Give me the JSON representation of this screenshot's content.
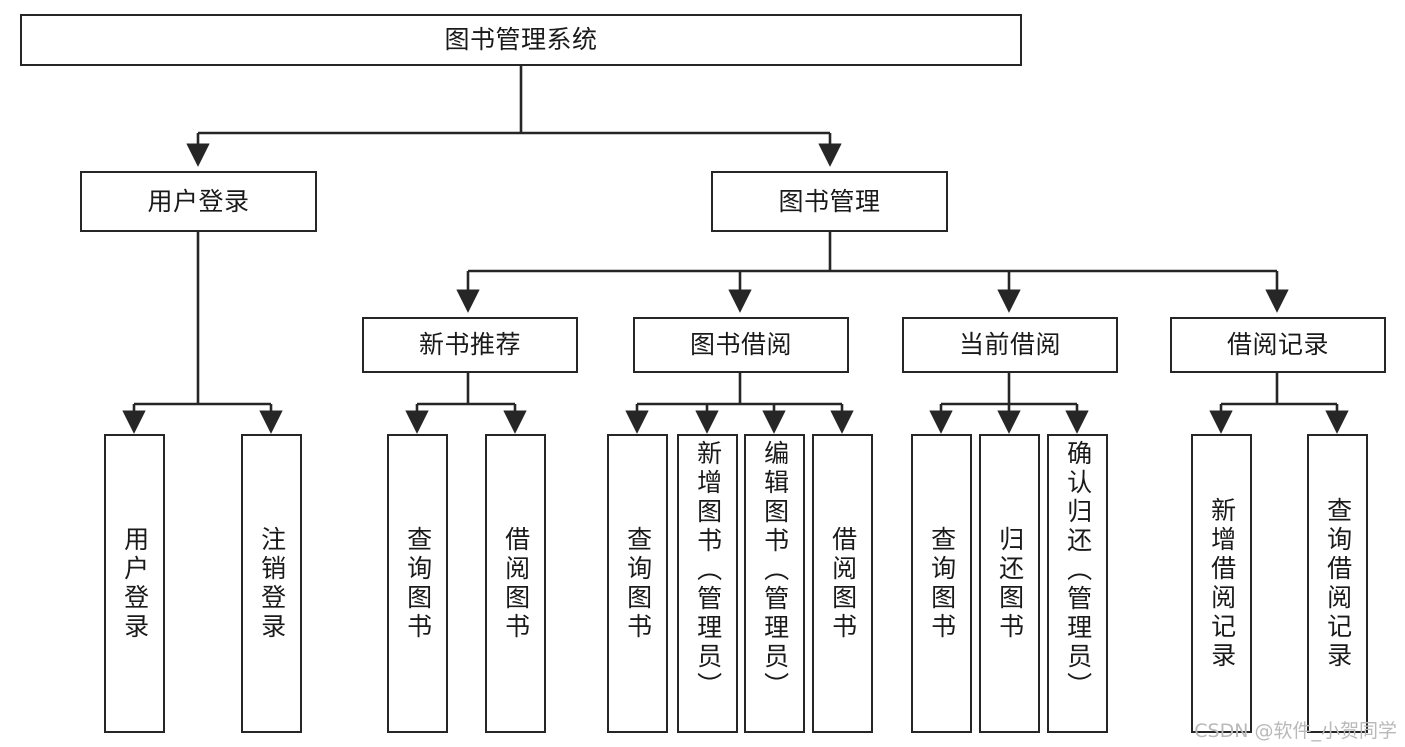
{
  "diagram": {
    "type": "tree",
    "title": "图书管理系统",
    "orientation": "top-down",
    "colors": {
      "box_border": "#262626",
      "box_fill": "#ffffff",
      "connector": "#262626",
      "text": "#1a1a1a",
      "watermark": "#b9b9b9",
      "background": "#ffffff"
    },
    "watermark": "CSDN @软件_小贺同学",
    "root": {
      "label": "图书管理系统",
      "children": [
        {
          "label": "用户登录",
          "children": [
            {
              "label": "用户登录"
            },
            {
              "label": "注销登录"
            }
          ]
        },
        {
          "label": "图书管理",
          "children": [
            {
              "label": "新书推荐",
              "children": [
                {
                  "label": "查询图书"
                },
                {
                  "label": "借阅图书"
                }
              ]
            },
            {
              "label": "图书借阅",
              "children": [
                {
                  "label": "查询图书"
                },
                {
                  "label": "新增图书（管理员）"
                },
                {
                  "label": "编辑图书（管理员）"
                },
                {
                  "label": "借阅图书"
                }
              ]
            },
            {
              "label": "当前借阅",
              "children": [
                {
                  "label": "查询图书"
                },
                {
                  "label": "归还图书"
                },
                {
                  "label": "确认归还（管理员）"
                }
              ]
            },
            {
              "label": "借阅记录",
              "children": [
                {
                  "label": "新增借阅记录"
                },
                {
                  "label": "查询借阅记录"
                }
              ]
            }
          ]
        }
      ]
    },
    "nodes": {
      "root": "图书管理系统",
      "l2_user_login": "用户登录",
      "l2_book_mgmt": "图书管理",
      "l3_new_book_rec": "新书推荐",
      "l3_book_borrow": "图书借阅",
      "l3_current_borrow": "当前借阅",
      "l3_borrow_record": "借阅记录",
      "leaf_user_login": "用户登录",
      "leaf_logout": "注销登录",
      "leaf_rec_query": "查询图书",
      "leaf_rec_borrow": "借阅图书",
      "leaf_borrow_query": "查询图书",
      "leaf_borrow_add": "新增图书（管理员）",
      "leaf_borrow_edit": "编辑图书（管理员）",
      "leaf_borrow_borrow": "借阅图书",
      "leaf_cur_query": "查询图书",
      "leaf_cur_return": "归还图书",
      "leaf_cur_confirm": "确认归还（管理员）",
      "leaf_rec_add": "新增借阅记录",
      "leaf_rec_search": "查询借阅记录"
    }
  }
}
